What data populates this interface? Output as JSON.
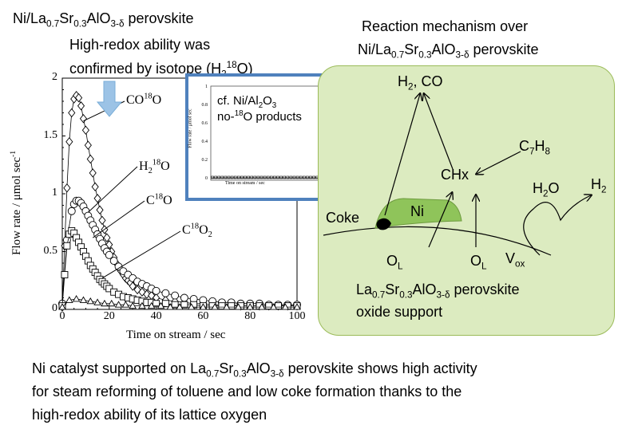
{
  "top_left": {
    "title": {
      "pre": "Ni/La",
      "s1": "0.7",
      "m1": "Sr",
      "s2": "0.3",
      "m2": "AlO",
      "s3": "3-δ",
      "post": " perovskite"
    },
    "line1": "High-redox ability was",
    "line2": {
      "pre": "confirmed by isotope (H",
      "sub": "2",
      "sup": "18",
      "post": "O)"
    }
  },
  "chart_data": {
    "type": "scatter",
    "xlabel": "Time on stream / sec",
    "ylabel": "Flow rate / μmol sec",
    "ylabel_sup": "-1",
    "xlim": [
      0,
      100
    ],
    "ylim": [
      0,
      2
    ],
    "x_ticks": [
      "0",
      "20",
      "40",
      "60",
      "80",
      "100"
    ],
    "y_ticks": [
      "0",
      "0.5",
      "1",
      "1.5",
      "2"
    ],
    "labels": [
      {
        "main": "CO",
        "sup": "18",
        "tail": "O"
      },
      {
        "main": "H",
        "sub": "2",
        "sup": "18",
        "tail": "O"
      },
      {
        "main": "C",
        "sup": "18",
        "tail": "O"
      },
      {
        "main": "C",
        "sup": "18",
        "tail": "O",
        "sub2": "2"
      }
    ],
    "series": [
      {
        "marker": "diamond",
        "x": [
          0,
          1,
          2,
          3,
          4,
          5,
          6,
          7,
          8,
          9,
          10,
          11,
          12,
          13,
          14,
          15,
          16,
          17,
          18,
          19,
          20,
          21,
          22,
          23,
          24,
          25,
          26,
          27,
          28,
          29,
          30,
          32,
          34,
          36,
          38,
          40,
          44,
          48,
          52,
          56,
          60,
          64,
          68,
          72,
          76,
          80,
          84,
          88,
          92,
          96,
          100
        ],
        "y": [
          0.02,
          0.55,
          1.05,
          1.45,
          1.7,
          1.82,
          1.85,
          1.83,
          1.76,
          1.65,
          1.55,
          1.42,
          1.3,
          1.18,
          1.06,
          0.96,
          0.86,
          0.77,
          0.69,
          0.62,
          0.56,
          0.5,
          0.45,
          0.4,
          0.36,
          0.33,
          0.3,
          0.27,
          0.25,
          0.23,
          0.2,
          0.17,
          0.15,
          0.13,
          0.12,
          0.1,
          0.08,
          0.07,
          0.06,
          0.05,
          0.05,
          0.04,
          0.04,
          0.04,
          0.03,
          0.03,
          0.03,
          0.03,
          0.03,
          0.03,
          0.03
        ]
      },
      {
        "marker": "circle",
        "x": [
          0,
          2,
          4,
          5,
          6,
          7,
          8,
          9,
          10,
          11,
          12,
          13,
          14,
          15,
          16,
          17,
          18,
          19,
          20,
          22,
          24,
          26,
          28,
          30,
          32,
          34,
          36,
          38,
          40,
          44,
          48,
          52,
          56,
          60,
          64,
          68,
          72,
          76,
          80,
          84,
          88,
          92,
          96,
          100
        ],
        "y": [
          0.05,
          0.6,
          0.85,
          0.91,
          0.94,
          0.94,
          0.92,
          0.89,
          0.85,
          0.81,
          0.77,
          0.73,
          0.69,
          0.65,
          0.61,
          0.57,
          0.53,
          0.5,
          0.47,
          0.42,
          0.37,
          0.33,
          0.3,
          0.27,
          0.24,
          0.22,
          0.2,
          0.18,
          0.16,
          0.14,
          0.12,
          0.1,
          0.09,
          0.08,
          0.07,
          0.06,
          0.06,
          0.05,
          0.05,
          0.05,
          0.04,
          0.04,
          0.04,
          0.04
        ]
      },
      {
        "marker": "square",
        "x": [
          0,
          1,
          2,
          3,
          4,
          5,
          6,
          7,
          8,
          9,
          10,
          11,
          12,
          13,
          14,
          15,
          16,
          17,
          18,
          19,
          20,
          22,
          24,
          26,
          28,
          30,
          32,
          34,
          36,
          38,
          40,
          44,
          48,
          52,
          56,
          60,
          64,
          68,
          72,
          76,
          80,
          84,
          88,
          92,
          96,
          100
        ],
        "y": [
          0.03,
          0.3,
          0.55,
          0.65,
          0.68,
          0.66,
          0.62,
          0.58,
          0.54,
          0.5,
          0.46,
          0.42,
          0.38,
          0.35,
          0.32,
          0.29,
          0.26,
          0.24,
          0.22,
          0.2,
          0.18,
          0.15,
          0.13,
          0.11,
          0.1,
          0.09,
          0.08,
          0.07,
          0.06,
          0.06,
          0.05,
          0.05,
          0.04,
          0.04,
          0.04,
          0.03,
          0.03,
          0.03,
          0.03,
          0.03,
          0.03,
          0.03,
          0.03,
          0.03,
          0.03,
          0.03
        ]
      },
      {
        "marker": "triangle",
        "x": [
          0,
          3,
          6,
          9,
          12,
          15,
          18,
          21,
          24,
          27,
          30,
          34,
          38,
          42,
          46,
          50,
          55,
          60,
          65,
          70,
          75,
          80,
          85,
          90,
          95,
          100
        ],
        "y": [
          0.02,
          0.08,
          0.09,
          0.08,
          0.07,
          0.06,
          0.05,
          0.05,
          0.04,
          0.04,
          0.03,
          0.03,
          0.03,
          0.03,
          0.02,
          0.02,
          0.02,
          0.02,
          0.02,
          0.02,
          0.02,
          0.02,
          0.02,
          0.02,
          0.02,
          0.02
        ]
      }
    ]
  },
  "inset": {
    "line1": {
      "pre": "cf. Ni/Al",
      "sub": "2",
      "post": "O",
      "sub2": "3"
    },
    "line2": {
      "pre": "no-",
      "sup": "18",
      "post": "O products"
    },
    "xlabel": "Time on stream / sec",
    "ylabel": "Flow rate / μmol sec",
    "y_ticks": [
      "1",
      "0.8",
      "0.6",
      "0.4",
      "0.2",
      "0"
    ]
  },
  "mechanism": {
    "title": "Reaction mechanism over",
    "subtitle": {
      "pre": "Ni/La",
      "s1": "0.7",
      "m1": "Sr",
      "s2": "0.3",
      "m2": "AlO",
      "s3": "3-δ",
      "post": " perovskite"
    },
    "h2co": {
      "pre": "H",
      "sub": "2",
      "post": ", CO"
    },
    "c7h8": {
      "pre": "C",
      "sub": "7",
      "mid": "H",
      "sub2": "8"
    },
    "chx": "CHx",
    "h2o": {
      "pre": "H",
      "sub": "2",
      "post": "O"
    },
    "h2": {
      "pre": "H",
      "sub": "2"
    },
    "coke": "Coke",
    "ni": "Ni",
    "ol": {
      "pre": "O",
      "sub": "L"
    },
    "vox": {
      "pre": "V",
      "sub": "ox"
    },
    "support_line1": {
      "pre": "La",
      "s1": "0.7",
      "m1": "Sr",
      "s2": "0.3",
      "m2": "AlO",
      "s3": "3-δ",
      "post": " perovskite"
    },
    "support_line2": "oxide support"
  },
  "bottom": {
    "line1": {
      "pre": "Ni catalyst supported on La",
      "s1": "0.7",
      "m1": "Sr",
      "s2": "0.3",
      "m2": "AlO",
      "s3": "3-δ",
      "post": " perovskite shows high activity"
    },
    "line2": "for steam reforming of toluene and low coke formation thanks to the",
    "line3": "high-redox ability of its lattice oxygen"
  },
  "colors": {
    "panel_fill": "#dcebc0",
    "panel_border": "#9bbb59",
    "inset_border": "#4f81bd",
    "down_arrow": "#9cc3e6"
  }
}
